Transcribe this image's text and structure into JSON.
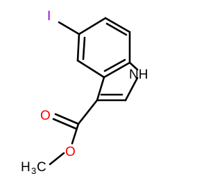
{
  "molecule": {
    "atoms": {
      "iodine": {
        "label": "I",
        "color": "#9400d3"
      },
      "nitrogen": {
        "label": "NH",
        "color": "#000000"
      },
      "carbonyl_oxygen": {
        "label": "O",
        "color": "#ff0000"
      },
      "ester_oxygen": {
        "label": "O",
        "color": "#ff0000"
      },
      "methyl": {
        "label_main": "H",
        "label_sub": "3",
        "label_tail": "C",
        "color": "#000000"
      }
    }
  }
}
